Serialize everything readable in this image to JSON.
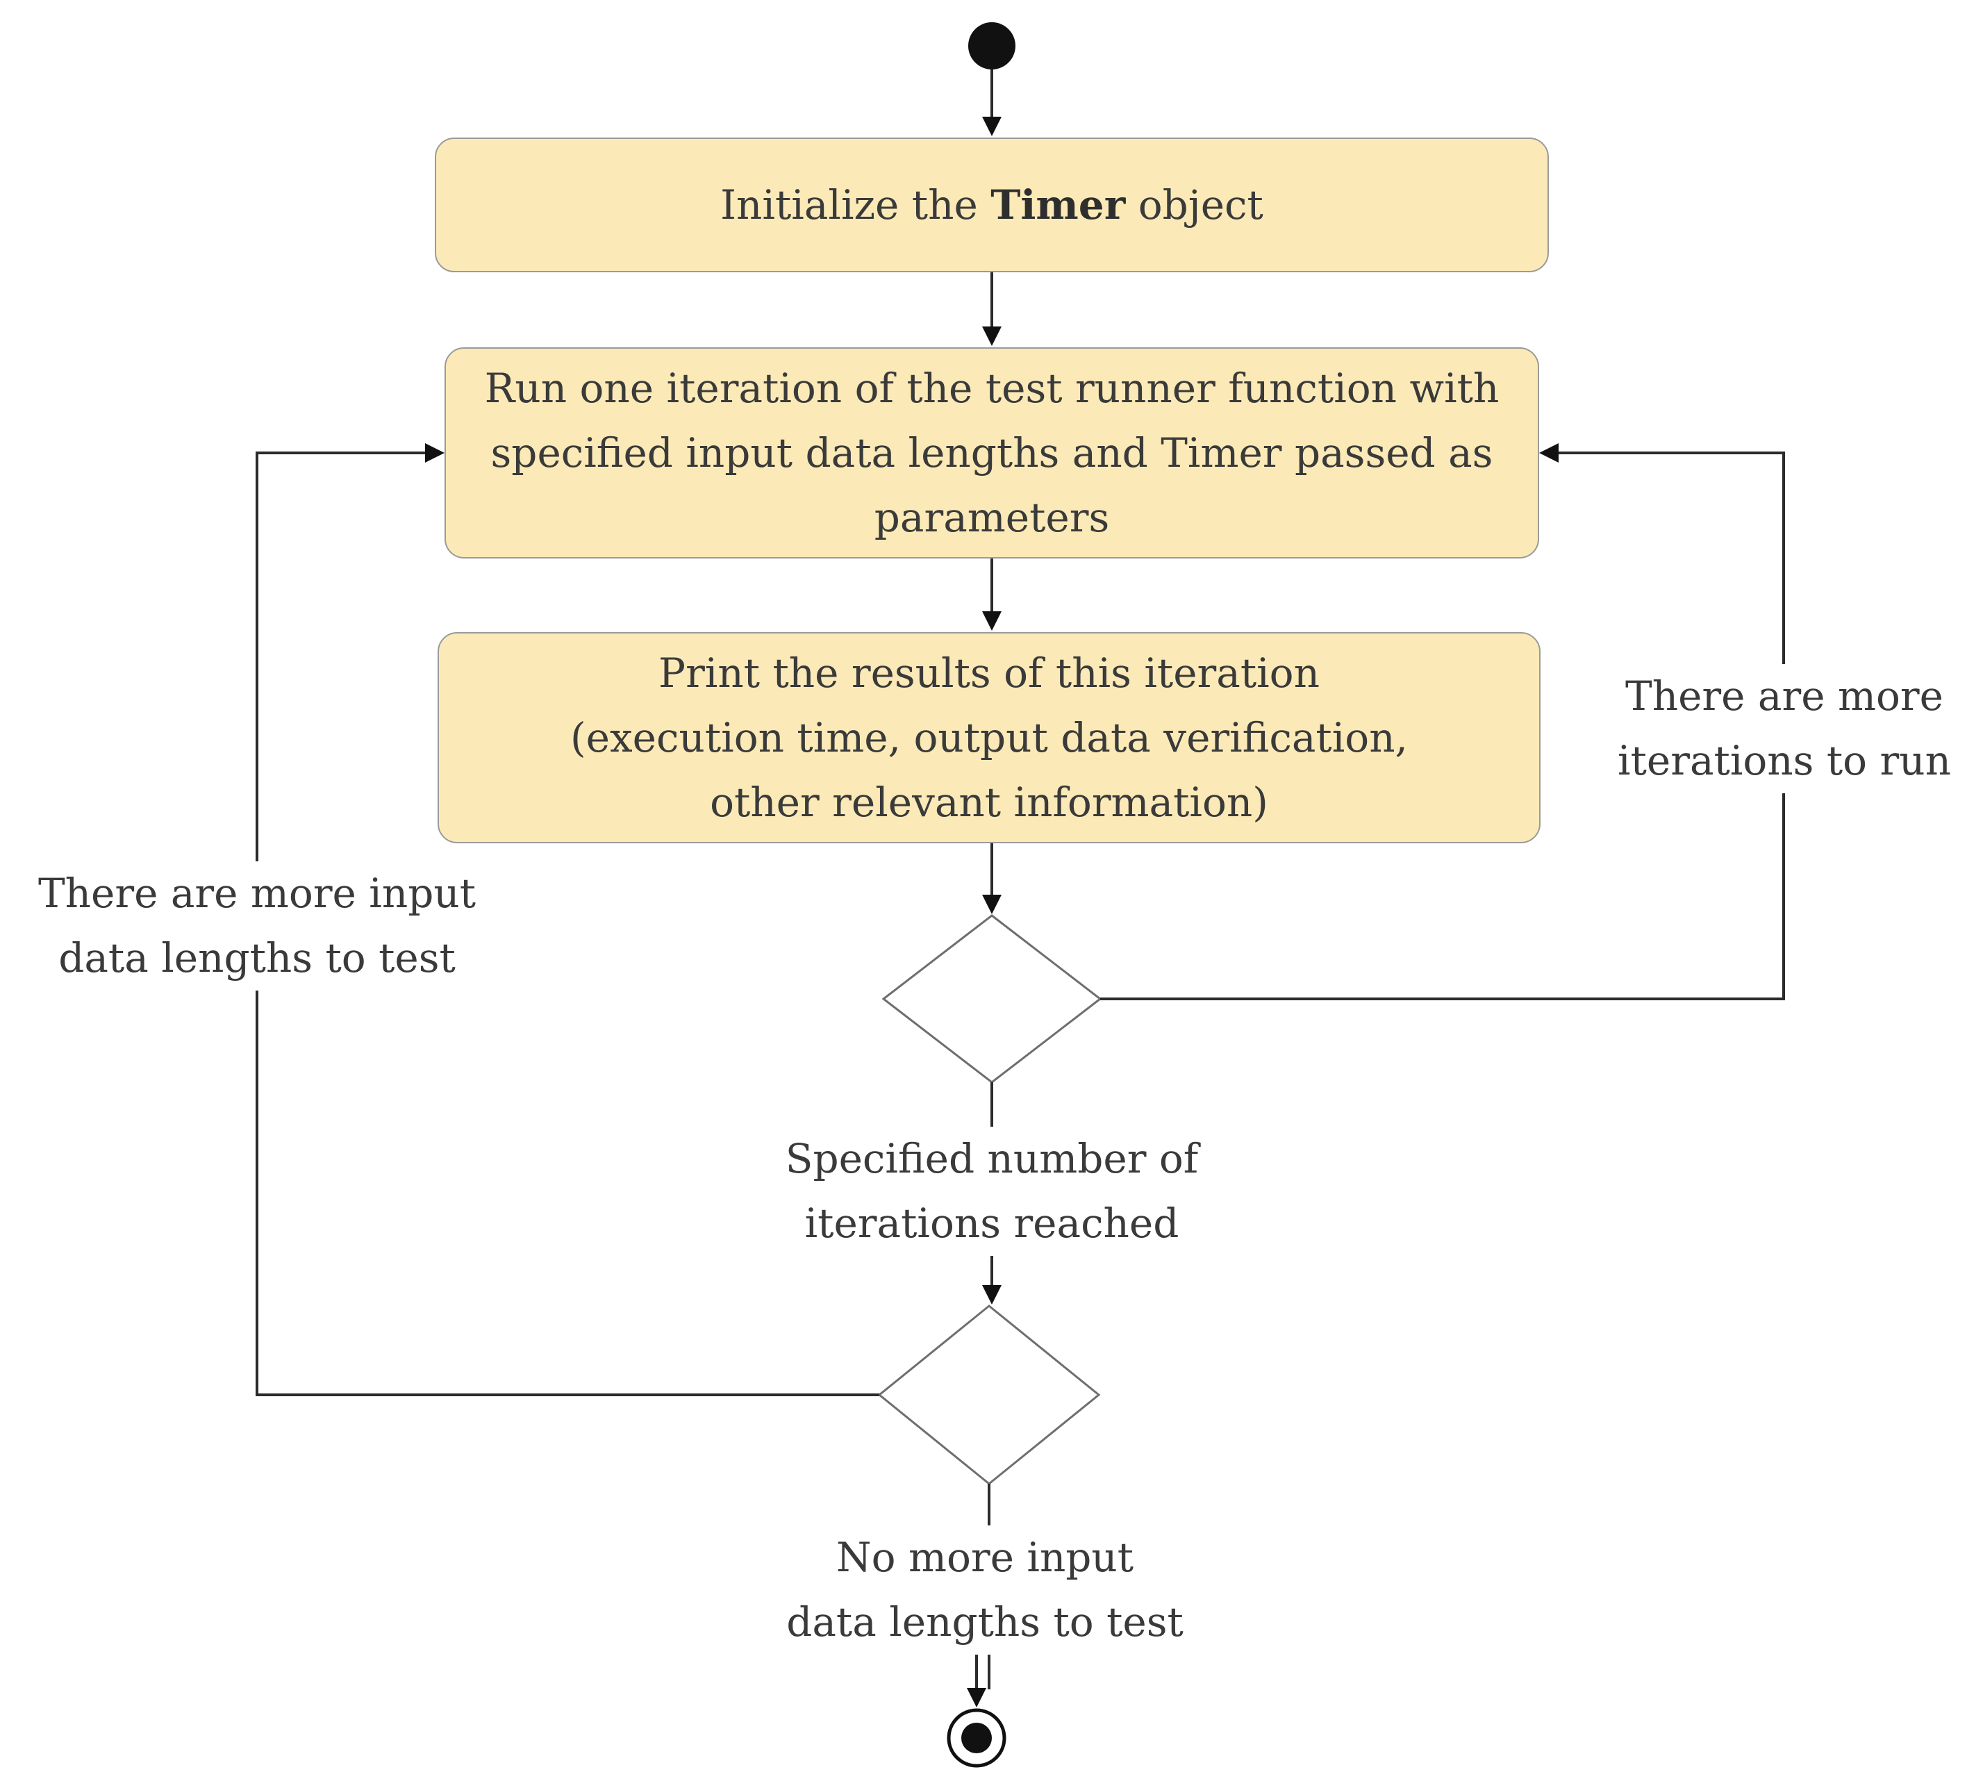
{
  "nodes": {
    "init": {
      "before": "Initialize the ",
      "bold": "Timer",
      "after": " object"
    },
    "run": {
      "lines": [
        "Run one iteration of the test runner function with",
        "specified input data lengths and Timer passed as",
        "parameters"
      ]
    },
    "print": {
      "lines": [
        "Print the results of this iteration",
        "(execution time, output data verification,",
        "other relevant information)"
      ]
    }
  },
  "edges": {
    "more_iterations": [
      "There are more",
      "iterations to run"
    ],
    "more_lengths": [
      "There are more input",
      "data lengths to test"
    ],
    "iterations_reached": [
      "Specified number of",
      "iterations reached"
    ],
    "no_more_lengths": [
      "No more input",
      "data lengths to test"
    ]
  },
  "colors": {
    "box_fill": "#fbeab7",
    "box_border": "#9a9a9a",
    "line": "#2b2b2b",
    "text": "#3a3a3a"
  }
}
